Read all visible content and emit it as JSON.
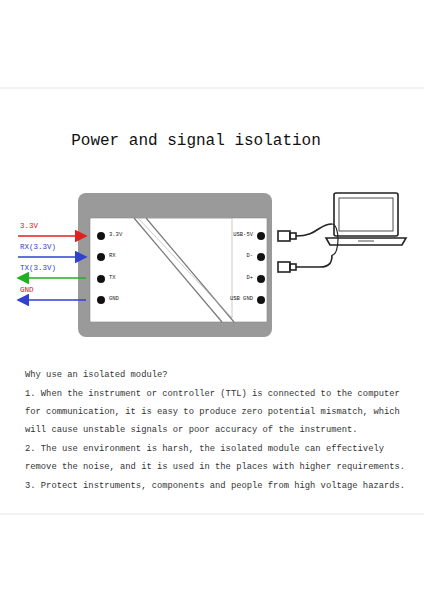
{
  "diagram": {
    "title": "Power and signal isolation",
    "labels": [
      "3.3V",
      "RX(3.3V)",
      "TX(3.3V)",
      "GND",
      "3.3V",
      "RX",
      "TX",
      "GND",
      "USB-5V",
      "D-",
      "D+",
      "USB GND",
      "Why use an isolated module?",
      "1. When the instrument or controller (TTL) is connected to the computer for communication, it is easy to produce zero potential mismatch, which will cause unstable signals or poor accuracy of the instrument.",
      "2. The use environment is harsh, the isolated module can effectively remove the noise, and it is used in the places with higher requirements.",
      "3. Protect instruments, components and people from high voltage hazards."
    ]
  }
}
